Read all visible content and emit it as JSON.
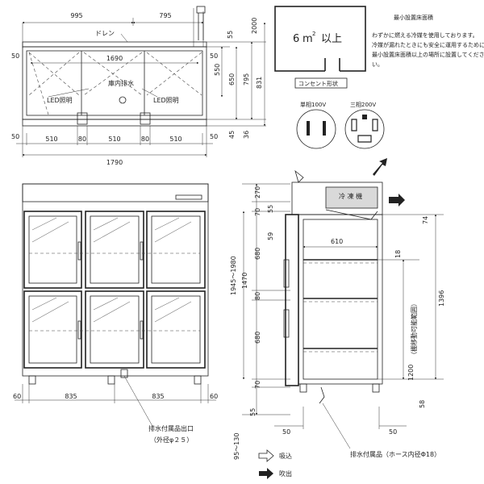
{
  "top_view": {
    "widths": [
      "995",
      "795"
    ],
    "drain_label": "ドレン",
    "inner_width": "1690",
    "inner_drain_label": "庫内排水",
    "led_left": "LED照明",
    "led_right": "LED照明",
    "side_left": [
      "50",
      "50"
    ],
    "side_right": [
      "50",
      "50"
    ],
    "section_left": "50",
    "sections": [
      "510",
      "80",
      "510",
      "80",
      "510"
    ],
    "section_right": "50",
    "total_width": "1790",
    "right_dims": [
      "55",
      "2000",
      "550",
      "650",
      "795",
      "831",
      "45",
      "36"
    ]
  },
  "install_area": {
    "title": "最小設置床面積",
    "area_value": "6",
    "area_unit": "m",
    "area_sup": "2",
    "area_suffix": "以上",
    "note": [
      "わずかに燃える冷媒を使用しております。",
      "冷媒が漏れたときにも安全に運用するために",
      "最小設置床面積以上の場所に設置してくださ",
      "い。"
    ]
  },
  "outlet": {
    "title": "コンセント形状",
    "single_phase": "単相100V",
    "three_phase": "三相200V"
  },
  "front_view": {
    "left_margin": "60",
    "door_widths": [
      "835",
      "835"
    ],
    "right_margin": "60",
    "drain_outlet_label": "排水付属品出口",
    "drain_outlet_sub": "（外径φ２５）",
    "height_dims": [
      "1945～1980",
      "1470",
      "270",
      "70",
      "680",
      "80",
      "680",
      "70",
      "95～130"
    ]
  },
  "side_view": {
    "cooler_label": "冷 凍 機",
    "depth_inner": "610",
    "dims_left": [
      "55",
      "59"
    ],
    "dims_right": [
      "74",
      "18",
      "1396",
      "1200",
      "58"
    ],
    "shelf_range_label": "（棚移動可能範囲）",
    "bottom_dims": [
      "55",
      "50",
      "50"
    ],
    "drain_accessory_label": "排水付属品（ホース内径Φ18）"
  },
  "legend": {
    "intake": "吸込",
    "exhaust": "吹出"
  }
}
